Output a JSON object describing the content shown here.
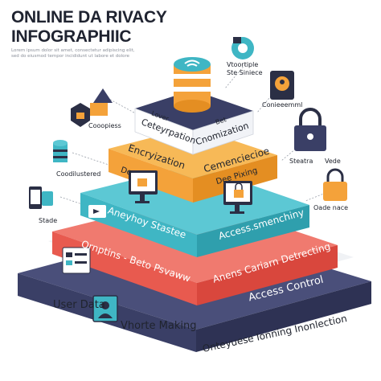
{
  "title": [
    "ONLINE DA RIVACY",
    "INFOGRAPHIIC"
  ],
  "subtitle": [
    "Lorem ipsum dolor sit amet, consectetur adipiscing elit,",
    "sed do eiusmod tempor incididunt ut labore et dolore"
  ],
  "colors": {
    "navy": "#3a3f66",
    "red": "#e85a4f",
    "teal": "#3fb6c4",
    "orange": "#f4a23a",
    "top": "#ffffff",
    "dark": "#2b2f45"
  },
  "layers": {
    "top": [
      "Lover",
      "Ceteyrpation",
      "Bet",
      "Cnomization"
    ],
    "orange": [
      "Encryization",
      "Cemenciecioe",
      "De",
      "Dee Pixing"
    ],
    "teal": [
      "Aneyhoy Stastee",
      "Access.smenchiny"
    ],
    "red": [
      "Ornptins - Beto Psvaww",
      "Anens Cariarn Detrecting"
    ],
    "navy": [
      "Access Control"
    ]
  },
  "side_labels": {
    "left1": "Cooopiess",
    "left2": "Coodilustered",
    "left3": "Stade",
    "bottom_left1": "User Data",
    "bottom_left2": "Vhorte Making",
    "right1": "Vtoortiple\nSte Siniece",
    "right2": "Conieeemml",
    "right3": "Steatra",
    "right3b": "Vede",
    "right4": "Oade nace",
    "bottom_right": "Onteyuese Ionning Inonlection"
  }
}
